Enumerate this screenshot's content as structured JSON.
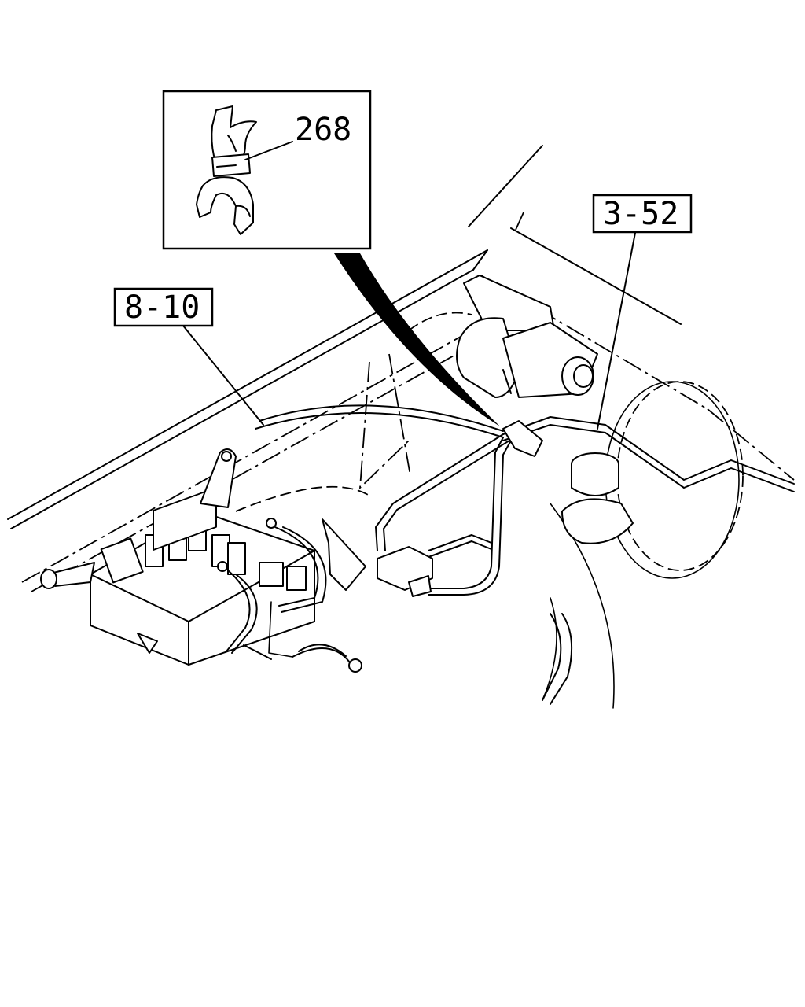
{
  "callouts": {
    "inset_part": "268",
    "ref_left": "8-10",
    "ref_right": "3-52"
  },
  "colors": {
    "ink": "#000000",
    "paper": "#ffffff"
  }
}
